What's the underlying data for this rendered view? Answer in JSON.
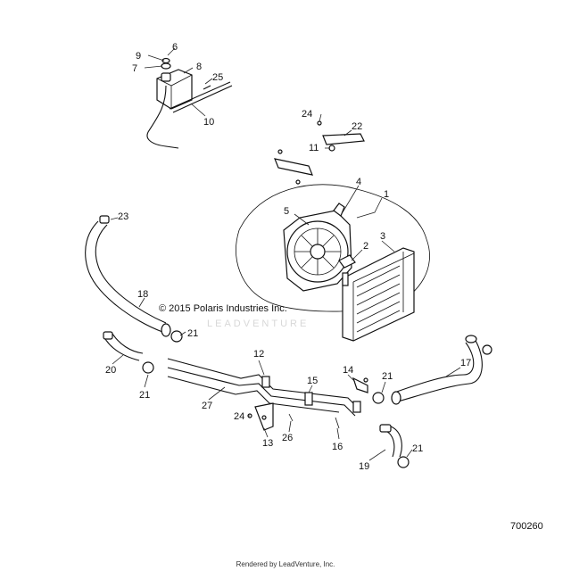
{
  "callouts": {
    "c1": "1",
    "c2": "2",
    "c3": "3",
    "c4": "4",
    "c5": "5",
    "c6": "6",
    "c7": "7",
    "c8": "8",
    "c9": "9",
    "c10": "10",
    "c11": "11",
    "c12": "12",
    "c13": "13",
    "c14": "14",
    "c15": "15",
    "c16": "16",
    "c17": "17",
    "c18": "18",
    "c19": "19",
    "c20": "20",
    "c21a": "21",
    "c21b": "21",
    "c21c": "21",
    "c21d": "21",
    "c22": "22",
    "c23": "23",
    "c24a": "24",
    "c24b": "24",
    "c25": "25",
    "c26": "26",
    "c27": "27"
  },
  "copyright": "© 2015 Polaris Industries Inc.",
  "watermark": "LEADVENTURE",
  "drawing_number": "700260",
  "footer": "Rendered by LeadVenture, Inc."
}
